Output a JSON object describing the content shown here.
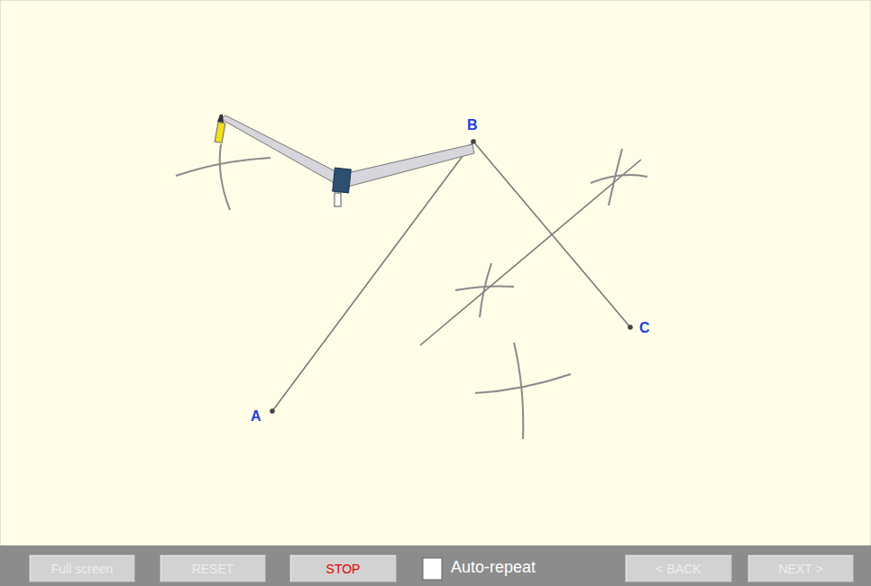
{
  "diagram": {
    "nodes": [
      {
        "text": [
          "Full screen"
        ]
      },
      {
        "text": [
          "RESET"
        ]
      },
      {
        "text": [
          "STOP"
        ]
      },
      {
        "text": [
          "< BACK"
        ]
      },
      {
        "text": [
          "NEXT >"
        ]
      }
    ],
    "labels": [
      "A",
      "B",
      "C",
      "Auto-repeat"
    ]
  }
}
